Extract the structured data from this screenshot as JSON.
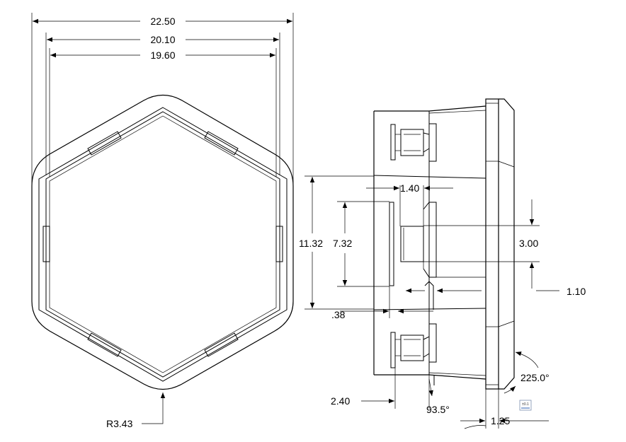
{
  "dimensions": {
    "width_outer": "22.50",
    "width_mid": "20.10",
    "width_inner": "19.60",
    "corner_radius": "R3.43",
    "height_outer": "11.32",
    "height_inner": "7.32",
    "slot_width": "1.40",
    "slot_height": "3.00",
    "gap": "1.10",
    "offset": ".38",
    "depth": "2.40",
    "draft_angle": "93.5°",
    "chamfer_angle": "225.0°",
    "rim": "1.25"
  },
  "tolerance_badge": "±0.1"
}
